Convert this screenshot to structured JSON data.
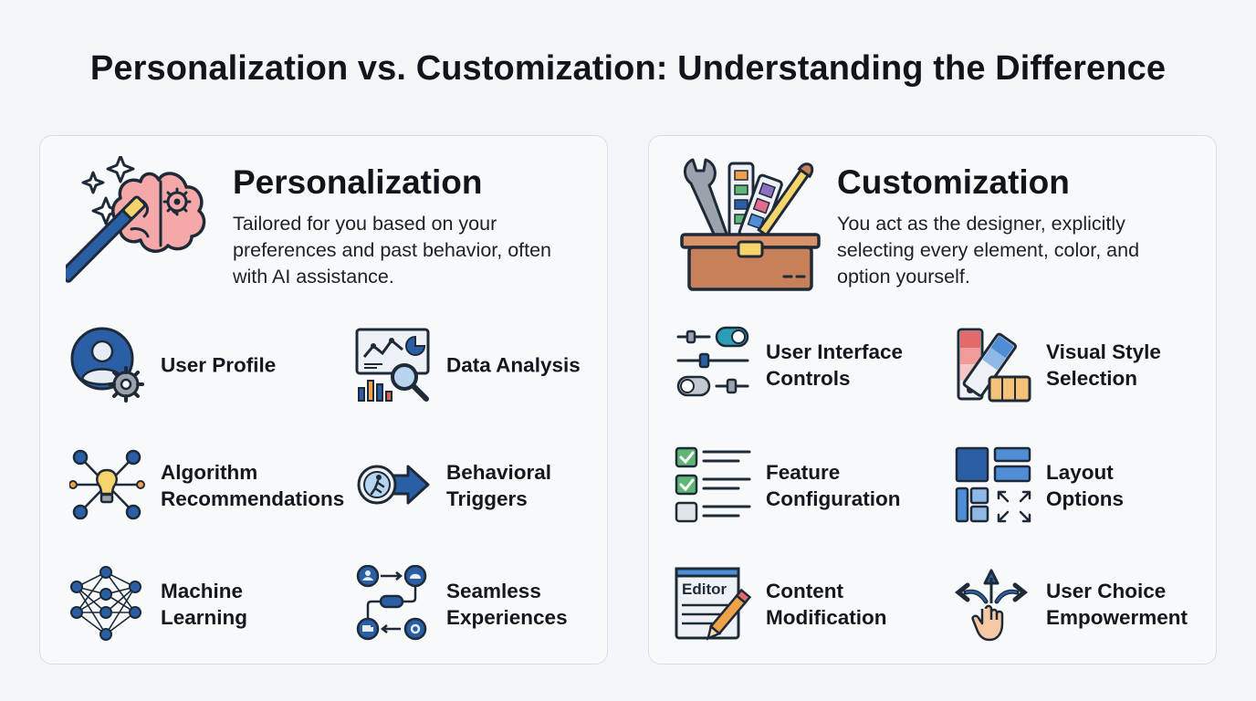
{
  "title": "Personalization vs. Customization: Understanding the Difference",
  "colors": {
    "primary_blue": "#2a5fa5",
    "dark_navy": "#1e3a5f",
    "brain_pink": "#f4a9a8",
    "toolbox_brown": "#c7805a",
    "accent_green": "#5fb574",
    "accent_orange": "#f0a24a"
  },
  "personalization": {
    "title": "Personalization",
    "description": "Tailored for you based on your preferences and past behavior, often with AI assistance.",
    "hero_icon": "magic-wand-brain-icon",
    "items": [
      {
        "label": "User Profile",
        "icon": "user-profile-gear-icon"
      },
      {
        "label": "Data Analysis",
        "icon": "data-analysis-magnifier-icon"
      },
      {
        "label": "Algorithm\nRecommendations",
        "icon": "algorithm-network-bulb-icon"
      },
      {
        "label": "Behavioral\nTriggers",
        "icon": "behavioral-trigger-arrow-icon"
      },
      {
        "label": "Machine\nLearning",
        "icon": "neural-network-icon"
      },
      {
        "label": "Seamless\nExperiences",
        "icon": "workflow-flow-icon"
      }
    ]
  },
  "customization": {
    "title": "Customization",
    "description": "You act as the designer, explicitly selecting every element, color, and option yourself.",
    "hero_icon": "toolbox-icon",
    "items": [
      {
        "label": "User Interface\nControls",
        "icon": "toggle-sliders-icon"
      },
      {
        "label": "Visual Style\nSelection",
        "icon": "color-swatch-icon"
      },
      {
        "label": "Feature\nConfiguration",
        "icon": "checklist-icon"
      },
      {
        "label": "Layout\nOptions",
        "icon": "layout-grid-icon"
      },
      {
        "label": "Content\nModification",
        "icon": "editor-pencil-icon"
      },
      {
        "label": "User Choice\nEmpowerment",
        "icon": "hand-arrows-icon"
      }
    ],
    "editor_tag": "Editor"
  }
}
